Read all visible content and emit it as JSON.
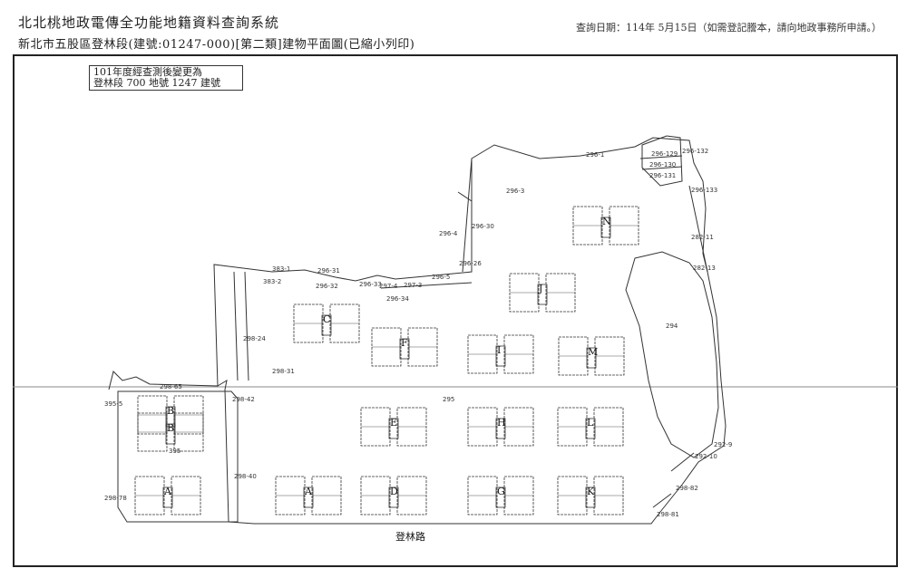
{
  "header": {
    "title": "北北桃地政電傳全功能地籍資料查詢系統",
    "subtitle": "新北市五股區登林段(建號:01247-000)[第二類]建物平面圖(已縮小列印)",
    "query_date": "查詢日期：114年 5月15日（如需登記謄本，請向地政事務所申請。）"
  },
  "note": {
    "line1": "101年度經查測後變更為",
    "line2": "登林段 700 地號 1247 建號"
  },
  "road_name": "登林路",
  "buildings": [
    "A",
    "B",
    "C",
    "D",
    "E",
    "F",
    "G",
    "H",
    "I",
    "J",
    "K",
    "L",
    "M",
    "N",
    "A",
    "B"
  ],
  "parcel_labels": [
    "296-1",
    "296-3",
    "296-4",
    "296-30",
    "296-26",
    "296-31",
    "383-1",
    "383-2",
    "296-32",
    "296-5",
    "296-33",
    "297-4",
    "297-3",
    "296-34",
    "298-24",
    "298-31",
    "298-65",
    "298-42",
    "395-5",
    "395",
    "298-78",
    "298-40",
    "295",
    "294",
    "296-129",
    "296-130",
    "296-131",
    "296-132",
    "296-133",
    "282-11",
    "282-13",
    "292-9",
    "292-10",
    "298-82",
    "298-81"
  ],
  "colors": {
    "line": "#333333",
    "text": "#222222"
  }
}
